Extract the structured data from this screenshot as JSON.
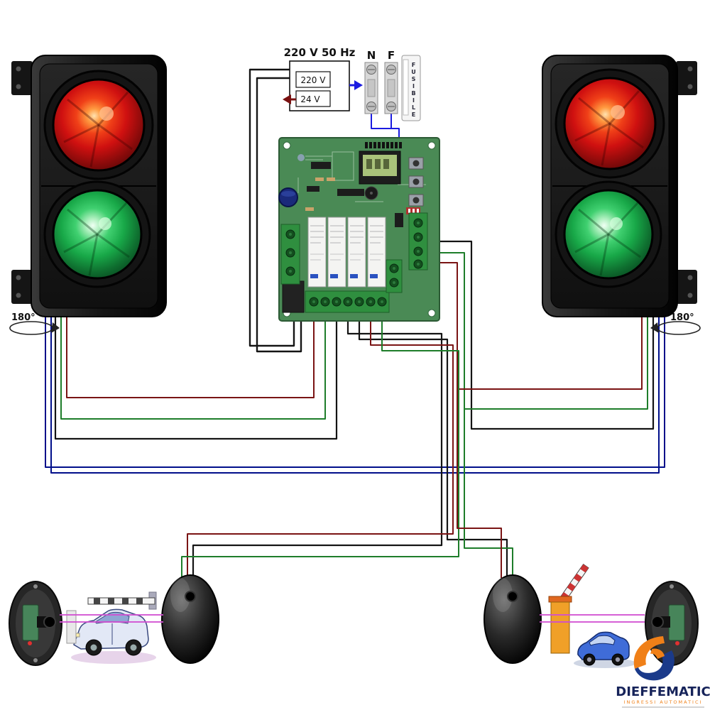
{
  "power": {
    "title": "220 V 50 Hz",
    "transformer_primary": "220 V",
    "transformer_secondary": "24 V",
    "neutral_label": "N",
    "phase_label": "F",
    "fuse_strip_label": "FUSIBILE"
  },
  "traffic_lights": {
    "left": {
      "rotation_label": "180°"
    },
    "right": {
      "rotation_label": "180°"
    }
  },
  "logo": {
    "brand": "DIEFFEMATIC",
    "tagline": "INGRESSI AUTOMATICI"
  },
  "colors": {
    "wire_black": "#141414",
    "wire_dark_red": "#7a1414",
    "wire_green": "#1e7d2a",
    "wire_navy": "#000e8a",
    "wire_blue": "#1b1be0",
    "photocell_beam": "#d24fd2",
    "pcb_green": "#4a8a55",
    "lamp_red": "#cf1010",
    "lamp_green": "#18a848",
    "brand_blue": "#16235a",
    "brand_orange": "#f08018"
  }
}
